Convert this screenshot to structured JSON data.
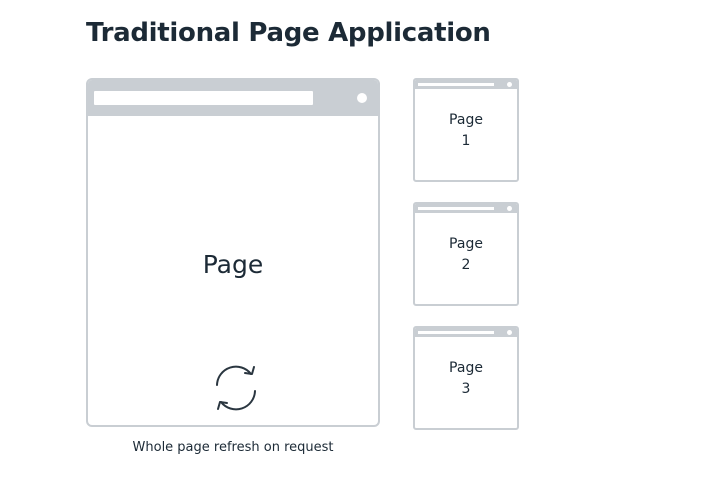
{
  "title": "Traditional Page Application",
  "main_window": {
    "page_label": "Page",
    "refresh_icon": "refresh-icon"
  },
  "caption": "Whole page refresh on request",
  "pages": [
    {
      "line1": "Page",
      "line2": "1"
    },
    {
      "line1": "Page",
      "line2": "2"
    },
    {
      "line1": "Page",
      "line2": "3"
    }
  ],
  "colors": {
    "frame": "#c9ced3",
    "text": "#1c2a36",
    "icon": "#2a3640"
  }
}
